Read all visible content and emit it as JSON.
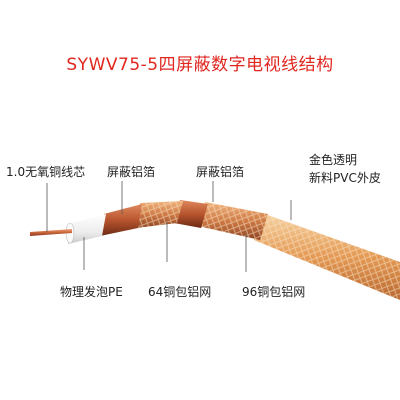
{
  "title": "SYWV75-5四屏蔽数字电视线结构",
  "labels": {
    "conductor": "1.0无氧铜线芯",
    "foil_1": "屏蔽铝箔",
    "foil_2": "屏蔽铝箔",
    "jacket_line1": "金色透明",
    "jacket_line2": "新料PVC外皮",
    "dielectric": "物理发泡PE",
    "braid_64": "64铜包铝网",
    "braid_96": "96铜包铝网"
  },
  "colors": {
    "title": "#e0261f",
    "label": "#222222",
    "leader": "#555555",
    "copper": "#c8643a",
    "dielectric": "#f2f2f2",
    "foil_copper": "#b8552e",
    "braid": "#d98a56",
    "jacket": "#e8a35a"
  }
}
